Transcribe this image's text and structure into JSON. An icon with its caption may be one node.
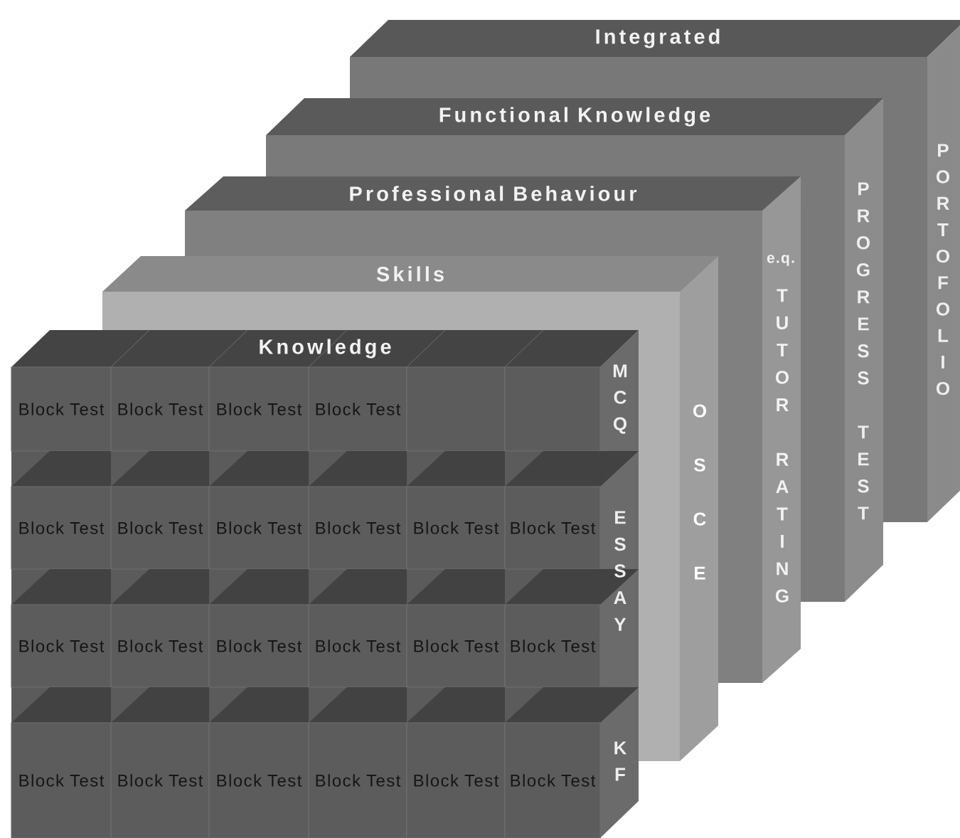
{
  "diagram": {
    "nodes": [
      {
        "text": [
          "Integrated"
        ]
      },
      {
        "text": [
          "PORTOFOLIO"
        ]
      },
      {
        "text": [
          "Functional Knowledge"
        ]
      },
      {
        "text": [
          "PROGRESS TEST"
        ]
      },
      {
        "text": [
          "Professional Behaviour"
        ]
      },
      {
        "text": [
          "e.q.",
          "TUTOR RATING"
        ]
      },
      {
        "text": [
          "Skills"
        ]
      },
      {
        "text": [
          "OSCE"
        ]
      },
      {
        "text": [
          "Knowledge"
        ]
      },
      {
        "text": [
          "MCQ",
          "ESSAY",
          "KF"
        ]
      },
      {
        "text": [
          "Block Test"
        ]
      },
      {
        "text": [
          "Block Test"
        ]
      },
      {
        "text": [
          "Block Test"
        ]
      },
      {
        "text": [
          "Block Test"
        ]
      },
      {
        "text": [],
        "shape": "box"
      },
      {
        "text": [],
        "shape": "box"
      },
      {
        "text": [
          "Block Test"
        ]
      },
      {
        "text": [
          "Block Test"
        ]
      },
      {
        "text": [
          "Block Test"
        ]
      },
      {
        "text": [
          "Block Test"
        ]
      },
      {
        "text": [
          "Block Test"
        ]
      },
      {
        "text": [
          "Block Test"
        ]
      },
      {
        "text": [
          "Block Test"
        ]
      },
      {
        "text": [
          "Block Test"
        ]
      },
      {
        "text": [
          "Block Test"
        ]
      },
      {
        "text": [
          "Block Test"
        ]
      },
      {
        "text": [
          "Block Test"
        ]
      },
      {
        "text": [
          "Block Test"
        ]
      },
      {
        "text": [
          "Block Test"
        ]
      },
      {
        "text": [
          "Block Test"
        ]
      },
      {
        "text": [
          "Block Test"
        ]
      },
      {
        "text": [
          "Block Test"
        ]
      },
      {
        "text": [
          "Block Test"
        ]
      },
      {
        "text": [
          "Block Test"
        ]
      }
    ]
  }
}
